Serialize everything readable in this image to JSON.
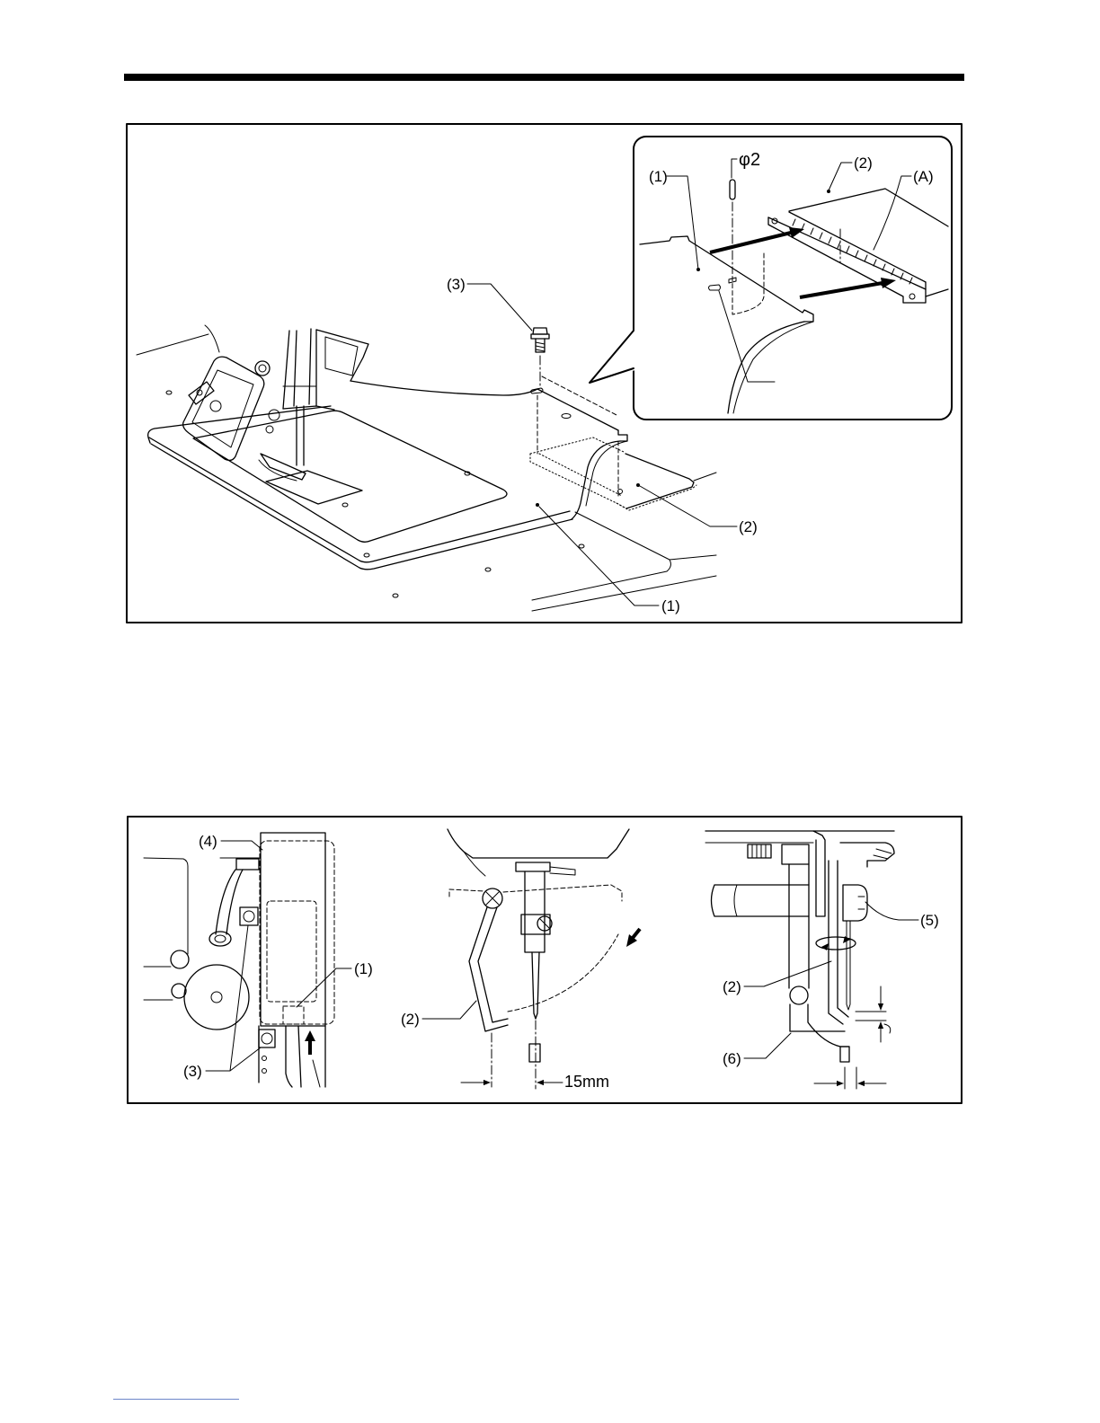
{
  "page": {
    "colors": {
      "ink": "#000000",
      "paper": "#ffffff",
      "footer_rule": "#6d86c9"
    }
  },
  "figure_top": {
    "labels": {
      "screw": "(3)",
      "inset_sheet": "(1)",
      "inset_pin": "φ2",
      "inset_plate": "(2)",
      "inset_strip": "(A)",
      "plate": "(2)",
      "sheet": "(1)"
    }
  },
  "figure_bottom": {
    "labels": {
      "bracket": "(4)",
      "sensor": "(1)",
      "screws": "(3)",
      "wiper_mid": "(2)",
      "dimension": "15mm",
      "screw_right": "(5)",
      "wiper_right": "(2)",
      "presser_foot": "(6)"
    }
  }
}
